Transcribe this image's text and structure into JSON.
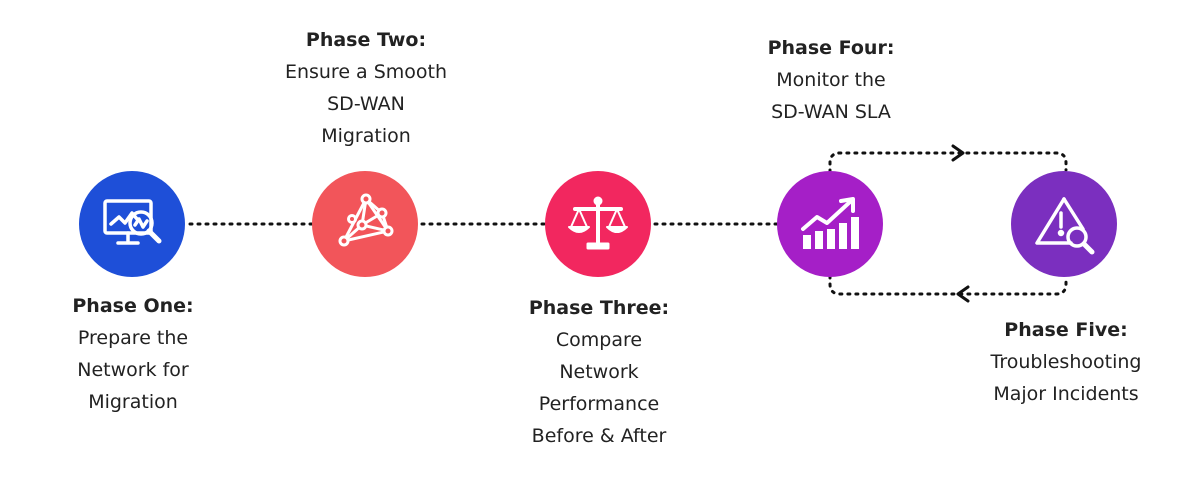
{
  "phases": [
    {
      "title": "Phase One:",
      "lines": [
        "Prepare the",
        "Network for",
        "Migration"
      ],
      "color": "#1e4fd8",
      "icon": "monitor-magnifier-icon"
    },
    {
      "title": "Phase Two:",
      "lines": [
        "Ensure a Smooth",
        "SD-WAN",
        "Migration"
      ],
      "color": "#f2555a",
      "icon": "network-triangle-icon"
    },
    {
      "title": "Phase Three:",
      "lines": [
        "Compare",
        "Network",
        "Performance",
        "Before & After"
      ],
      "color": "#f2275f",
      "icon": "balance-scale-icon"
    },
    {
      "title": "Phase Four:",
      "lines": [
        "Monitor the",
        "SD-WAN SLA"
      ],
      "color": "#a51fc7",
      "icon": "growth-chart-icon"
    },
    {
      "title": "Phase Five:",
      "lines": [
        "Troubleshooting",
        "Major Incidents"
      ],
      "color": "#7b2fbf",
      "icon": "warning-magnifier-icon"
    }
  ]
}
